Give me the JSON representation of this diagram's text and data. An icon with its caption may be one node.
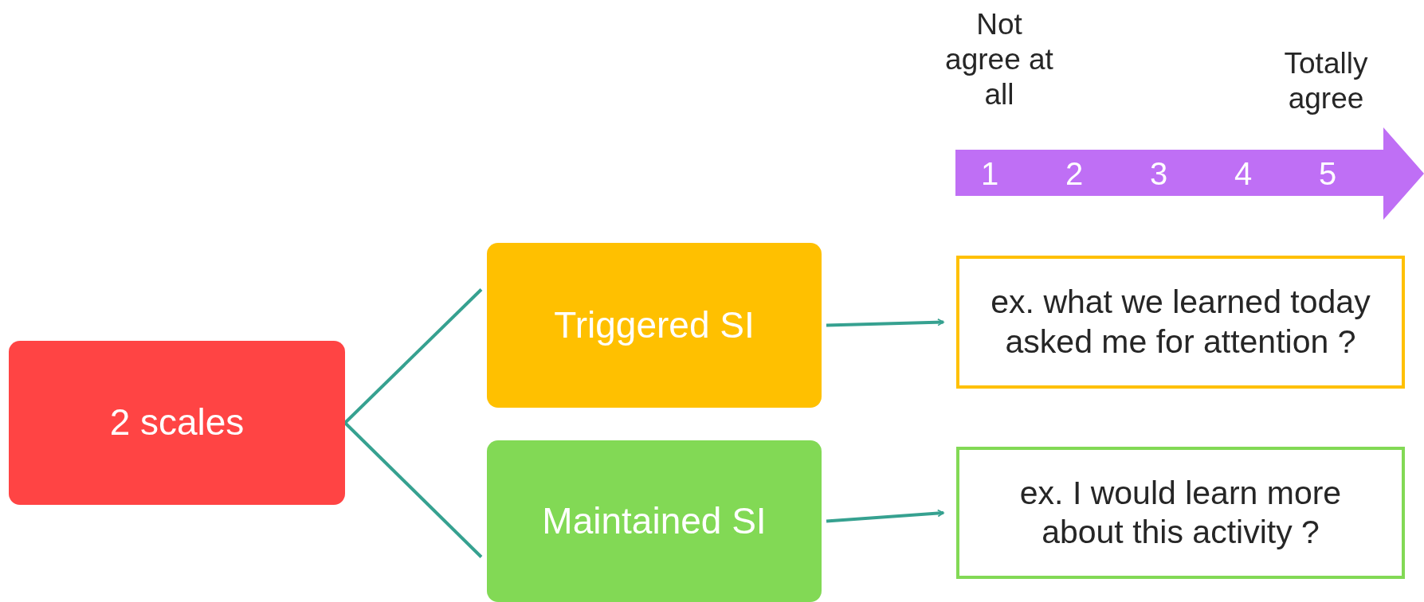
{
  "diagram": {
    "nodes": [
      {
        "text": [
          "2 scales"
        ]
      },
      {
        "text": [
          "Triggered SI"
        ]
      },
      {
        "text": [
          "Maintained SI"
        ]
      },
      {
        "text": [
          "ex. what we learned today asked me for attention ?"
        ]
      },
      {
        "text": [
          "ex. I would learn more about this activity ?"
        ]
      },
      {
        "text": [
          "1",
          "2",
          "3",
          "4",
          "5"
        ],
        "beside": [
          "Not agree at all",
          "Totally agree"
        ]
      }
    ],
    "edges": [
      {
        "from": 0,
        "to": 1,
        "arrow": "none"
      },
      {
        "from": 0,
        "to": 2,
        "arrow": "none"
      },
      {
        "from": 1,
        "to": 3,
        "arrow": "to"
      },
      {
        "from": 2,
        "to": 4,
        "arrow": "to"
      }
    ]
  }
}
